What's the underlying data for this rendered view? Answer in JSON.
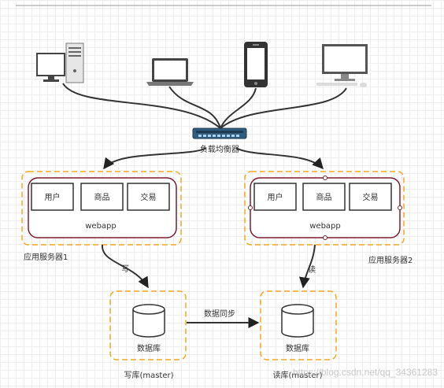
{
  "load_balancer_label": "负载均衡器",
  "servers": [
    {
      "name": "应用服务器1",
      "webapp_label": "webapp",
      "modules": [
        "用户",
        "商品",
        "交易"
      ],
      "arrow_label": "写"
    },
    {
      "name": "应用服务器2",
      "webapp_label": "webapp",
      "modules": [
        "用户",
        "商品",
        "交易"
      ],
      "arrow_label": "读"
    }
  ],
  "databases": [
    {
      "label": "数据库",
      "caption": "写库(master)"
    },
    {
      "label": "数据库",
      "caption": "读库(master)"
    }
  ],
  "sync_label": "数据同步",
  "watermark": "https://blog.csdn.net/qq_34361283",
  "colors": {
    "dashed_border": "#f5a623",
    "webapp_border": "#7a1f2b",
    "lines": "#333333"
  },
  "icons": [
    "desktop-tower-icon",
    "laptop-icon",
    "smartphone-icon",
    "monitor-icon",
    "network-switch-icon"
  ]
}
